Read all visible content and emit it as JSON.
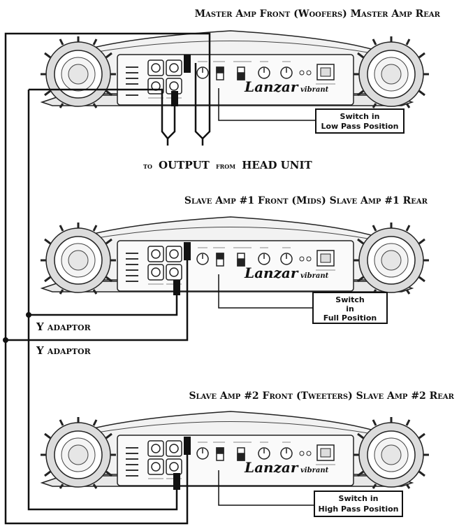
{
  "amps": [
    {
      "heading": "Master Amp Front (Woofers) Master Amp Rear",
      "brand": "Lanzar",
      "subbrand": "vibrant",
      "callout": [
        "Switch in",
        "Low Pass Position"
      ]
    },
    {
      "heading": "Slave Amp #1 Front (Mids) Slave Amp #1 Rear",
      "brand": "Lanzar",
      "subbrand": "vibrant",
      "callout": [
        "Switch",
        "in",
        "Full Position"
      ]
    },
    {
      "heading": "Slave Amp #2 Front (Tweeters) Slave Amp #2 Rear",
      "brand": "Lanzar",
      "subbrand": "vibrant",
      "callout": [
        "Switch in",
        "High Pass Position"
      ]
    }
  ],
  "head_unit_label": {
    "pre": "to",
    "main": "OUTPUT",
    "mid": "from",
    "end": "HEAD UNIT"
  },
  "y_adaptor_labels": [
    "Y adaptor",
    "Y adaptor"
  ]
}
